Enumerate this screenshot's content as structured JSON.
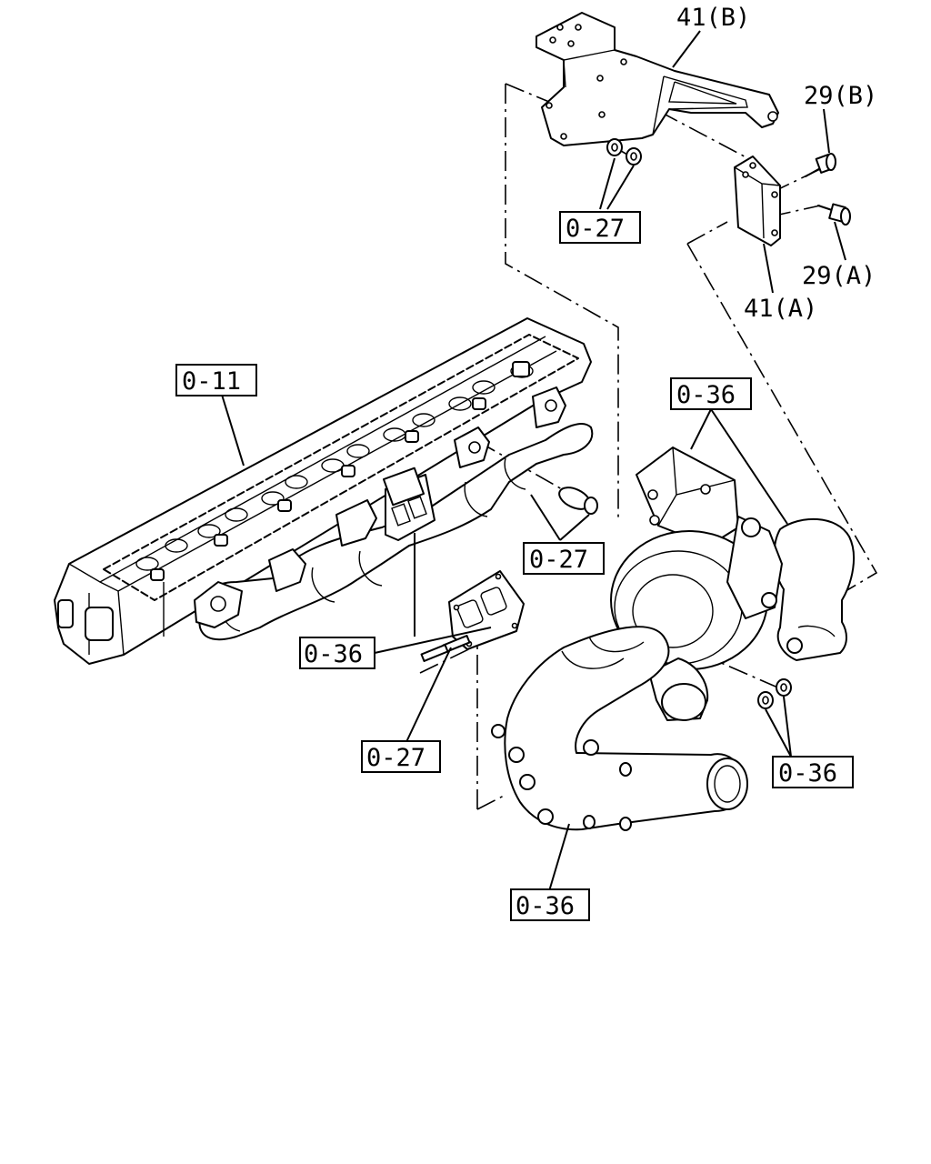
{
  "callouts": {
    "c41b": "41(B)",
    "c29b": "29(B)",
    "c027_top": "0-27",
    "c29a": "29(A)",
    "c41a": "41(A)",
    "c011": "0-11",
    "c036_turbo": "0-36",
    "c027_mid": "0-27",
    "c036_gasket": "0-36",
    "c027_stud": "0-27",
    "c036_nuts": "0-36",
    "c036_pipe": "0-36"
  }
}
